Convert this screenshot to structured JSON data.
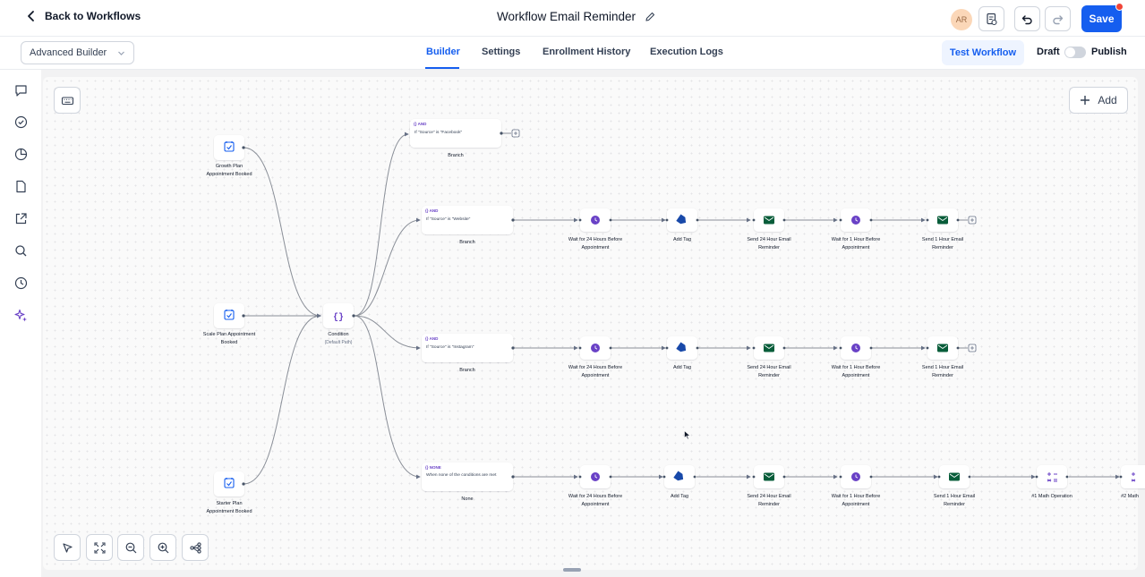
{
  "header": {
    "back_label": "Back to Workflows",
    "title": "Workflow Email Reminder",
    "avatar_initials": "AR",
    "save_label": "Save"
  },
  "subbar": {
    "builder_mode": "Advanced Builder",
    "tabs": [
      {
        "label": "Builder",
        "active": true
      },
      {
        "label": "Settings",
        "active": false
      },
      {
        "label": "Enrollment History",
        "active": false
      },
      {
        "label": "Execution Logs",
        "active": false
      }
    ],
    "test_label": "Test Workflow",
    "draft_label": "Draft",
    "publish_label": "Publish",
    "published": false
  },
  "canvas": {
    "add_label": "Add",
    "triggers": [
      {
        "label": "Growth Plan",
        "sublabel": "Appointment Booked"
      },
      {
        "label": "Scale Plan Appointment",
        "sublabel": "Booked"
      },
      {
        "label": "Starter Plan",
        "sublabel": "Appointment Booked"
      }
    ],
    "condition": {
      "label": "Condition",
      "sublabel": "(Default Path)"
    },
    "branches": [
      {
        "tag": "AND",
        "text": "If \"Source\" is \"Facebook\"",
        "label": "Branch"
      },
      {
        "tag": "AND",
        "text": "If \"Source\" is \"Website\"",
        "label": "Branch"
      },
      {
        "tag": "AND",
        "text": "If \"Source\" is \"Instagram\"",
        "label": "Branch"
      },
      {
        "tag": "NONE",
        "text": "When none of the conditions are met",
        "label": "None"
      }
    ],
    "actions": {
      "wait24_a": "Wait for 24 Hours Before",
      "wait24_b": "Appointment",
      "add_tag": "Add Tag",
      "email24_a": "Send 24 Hour Email",
      "email24_b": "Reminder",
      "wait1_a": "Wait for 1 Hour Before",
      "wait1_b": "Appointment",
      "email1_a": "Send 1 Hour Email",
      "email1_b": "Reminder",
      "math1": "#1 Math Operation",
      "math2": "#2 Math"
    }
  },
  "colors": {
    "primary": "#155eef",
    "purple": "#6941c6",
    "green": "#085d3a",
    "blue_tag": "#1849a9"
  }
}
